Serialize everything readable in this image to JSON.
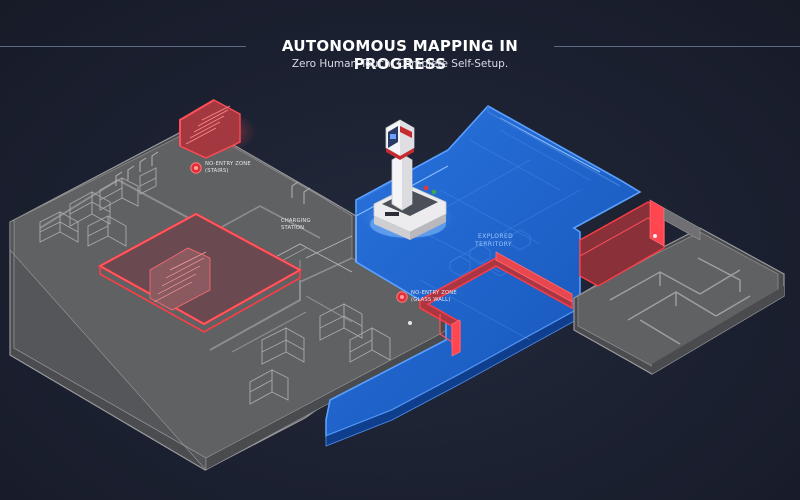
{
  "header": {
    "title": "AUTONOMOUS MAPPING IN PROGRESS",
    "subtitle": "Zero Human Touch, Complete Self-Setup."
  },
  "zones": {
    "stairs": {
      "line1": "NO-ENTRY ZONE",
      "line2": "(STAIRS)"
    },
    "glass": {
      "line1": "NO-ENTRY ZONE",
      "line2": "(GLASS WALL)"
    },
    "charging": {
      "line1": "CHARGING",
      "line2": "STATION"
    },
    "explored": {
      "line1": "EXPLORED",
      "line2": "TERRITORY"
    }
  },
  "colors": {
    "background": "#1c2130",
    "floor": "#5d5d5f",
    "wall": "#8a8a8c",
    "explored": "#1f62c9",
    "no_entry": "#e0303a",
    "robot_body": "#f2f2f2",
    "robot_accent": "#c42a2f"
  }
}
